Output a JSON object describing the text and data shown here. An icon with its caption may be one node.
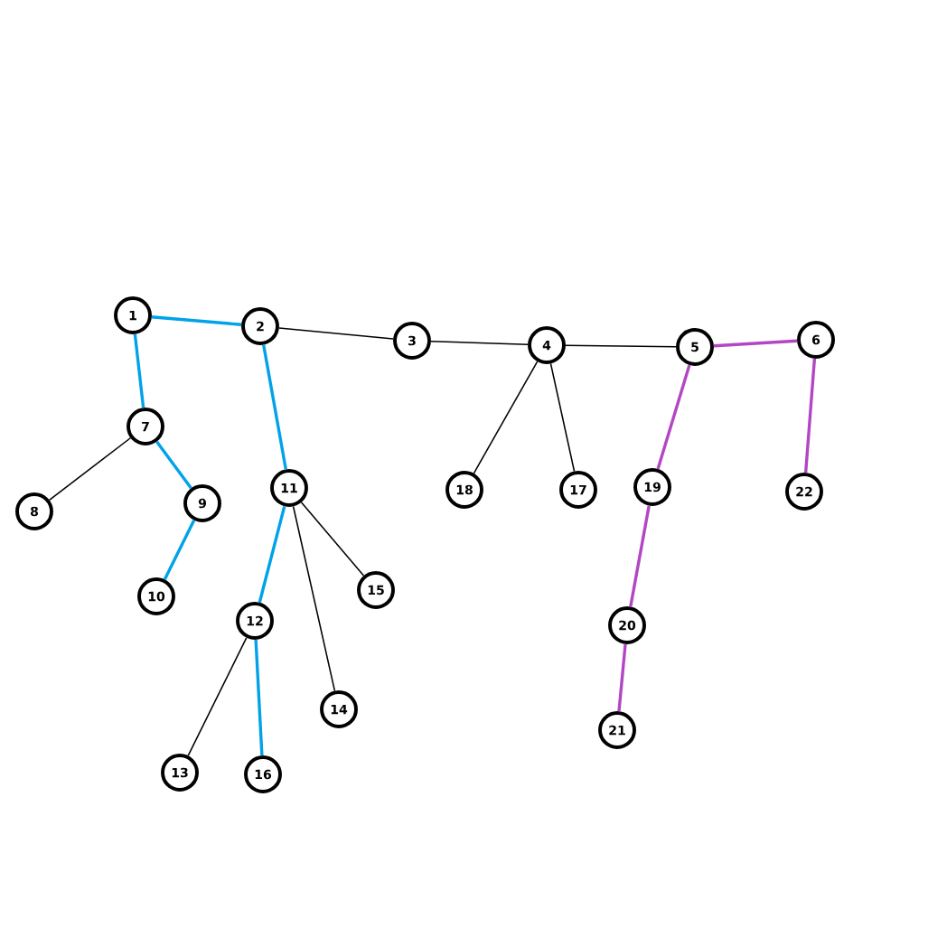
{
  "diagram": {
    "nodes": [
      {
        "text": [
          "1"
        ]
      },
      {
        "text": [
          "2"
        ]
      },
      {
        "text": [
          "3"
        ]
      },
      {
        "text": [
          "4"
        ]
      },
      {
        "text": [
          "5"
        ]
      },
      {
        "text": [
          "6"
        ]
      },
      {
        "text": [
          "7"
        ]
      },
      {
        "text": [
          "8"
        ]
      },
      {
        "text": [
          "9"
        ]
      },
      {
        "text": [
          "10"
        ]
      },
      {
        "text": [
          "11"
        ]
      },
      {
        "text": [
          "12"
        ]
      },
      {
        "text": [
          "13"
        ]
      },
      {
        "text": [
          "14"
        ]
      },
      {
        "text": [
          "15"
        ]
      },
      {
        "text": [
          "16"
        ]
      },
      {
        "text": [
          "17"
        ]
      },
      {
        "text": [
          "18"
        ]
      },
      {
        "text": [
          "19"
        ]
      },
      {
        "text": [
          "20"
        ]
      },
      {
        "text": [
          "21"
        ]
      },
      {
        "text": [
          "22"
        ]
      }
    ],
    "edges": [
      {
        "from": 0,
        "to": 1,
        "arrow": "none",
        "color": "#00a2e8"
      },
      {
        "from": 1,
        "to": 2,
        "arrow": "none"
      },
      {
        "from": 2,
        "to": 3,
        "arrow": "none"
      },
      {
        "from": 3,
        "to": 4,
        "arrow": "none"
      },
      {
        "from": 4,
        "to": 5,
        "arrow": "none",
        "color": "#b346c4"
      },
      {
        "from": 0,
        "to": 6,
        "arrow": "none",
        "color": "#00a2e8"
      },
      {
        "from": 6,
        "to": 7,
        "arrow": "none"
      },
      {
        "from": 6,
        "to": 8,
        "arrow": "none",
        "color": "#00a2e8"
      },
      {
        "from": 8,
        "to": 9,
        "arrow": "none",
        "color": "#00a2e8"
      },
      {
        "from": 1,
        "to": 10,
        "arrow": "none",
        "color": "#00a2e8"
      },
      {
        "from": 10,
        "to": 11,
        "arrow": "none",
        "color": "#00a2e8"
      },
      {
        "from": 10,
        "to": 14,
        "arrow": "none"
      },
      {
        "from": 10,
        "to": 13,
        "arrow": "none"
      },
      {
        "from": 11,
        "to": 12,
        "arrow": "none"
      },
      {
        "from": 11,
        "to": 15,
        "arrow": "none",
        "color": "#00a2e8"
      },
      {
        "from": 3,
        "to": 17,
        "arrow": "none"
      },
      {
        "from": 3,
        "to": 16,
        "arrow": "none"
      },
      {
        "from": 4,
        "to": 18,
        "arrow": "none",
        "color": "#b346c4"
      },
      {
        "from": 18,
        "to": 19,
        "arrow": "none",
        "color": "#b346c4"
      },
      {
        "from": 19,
        "to": 20,
        "arrow": "none",
        "color": "#b346c4"
      },
      {
        "from": 5,
        "to": 21,
        "arrow": "none",
        "color": "#b346c4"
      }
    ]
  }
}
